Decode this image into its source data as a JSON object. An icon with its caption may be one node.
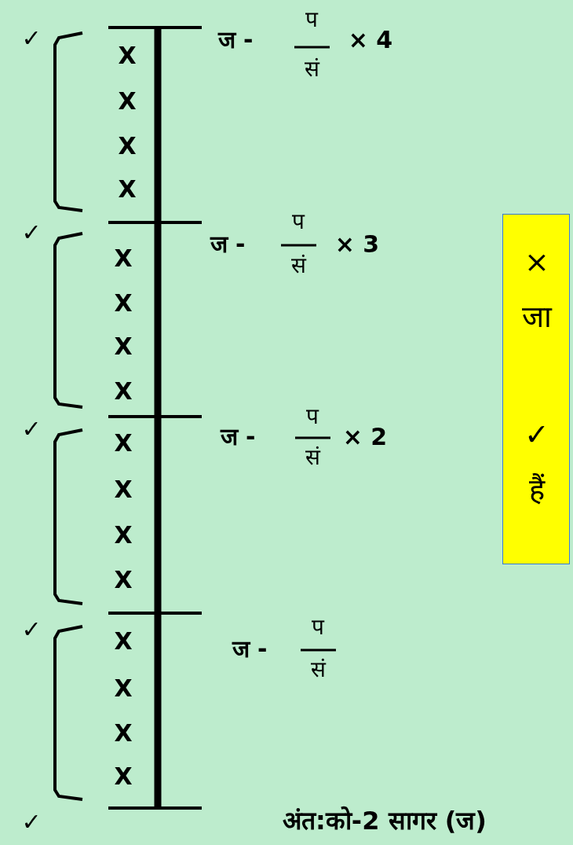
{
  "diagram": {
    "nodes": [
      {
        "text": [
          "× जा",
          "✓ हैं"
        ]
      }
    ],
    "labels": [
      "✓",
      "ज -",
      "प",
      "सं",
      "× 4",
      "X",
      "X",
      "X",
      "X",
      "✓",
      "ज -",
      "प",
      "सं",
      "× 3",
      "X",
      "X",
      "X",
      "X",
      "✓",
      "ज -",
      "प",
      "सं",
      "× 2",
      "X",
      "X",
      "X",
      "X",
      "✓",
      "ज -",
      "प",
      "सं",
      "X",
      "X",
      "X",
      "X",
      "✓",
      "अंत:को-2 सागर (ज)"
    ]
  }
}
